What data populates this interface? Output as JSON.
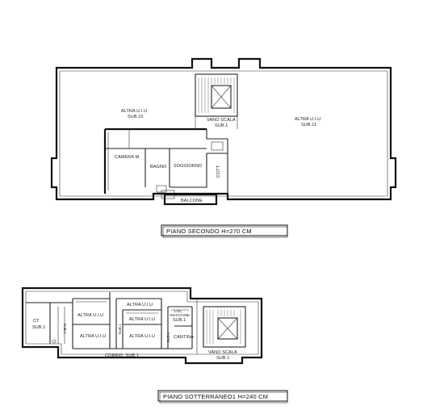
{
  "floor_second": {
    "title": "PIANO SECONDO H=270 CM",
    "rooms": {
      "altra_left_1": "ALTRA U.I.U",
      "altra_left_2": "SUB.10",
      "vano_scala_1": "VANO SCALA",
      "vano_scala_2": "SUB.1",
      "altra_right_1": "ALTRA U.I.U",
      "altra_right_2": "SUB.11",
      "camera": "CAMERA M.",
      "bagno": "BAGNO",
      "soggiorno": "SOGGIORNO",
      "cott": "COTT.",
      "balcone": "BALCONE"
    }
  },
  "floor_basement": {
    "title": "PIANO SOTTERRANEO1 H=240 CM",
    "rooms": {
      "ct_1": "CT",
      "ct_2": "SUB.1",
      "sub1_vertical": "SUB.1",
      "altra_a": "ALTRA U.I.U",
      "altra_b": "ALTRA U.I.U",
      "sub1_mid": "SUB.1",
      "altra_c": "ALTRA U.I.U",
      "altra_d": "ALTRA U.I.U",
      "altra_e": "ALTRA U.I.U",
      "sub1_right": "SUB.1",
      "loc_1": "LOC.",
      "loc_2": "MACCHINE",
      "loc_3": "SUB.1",
      "cantina": "CANTINA",
      "corridoio": "CORRID. SUB.1",
      "vano_scala_1": "VANO SCALA",
      "vano_scala_2": "SUB.1"
    }
  }
}
